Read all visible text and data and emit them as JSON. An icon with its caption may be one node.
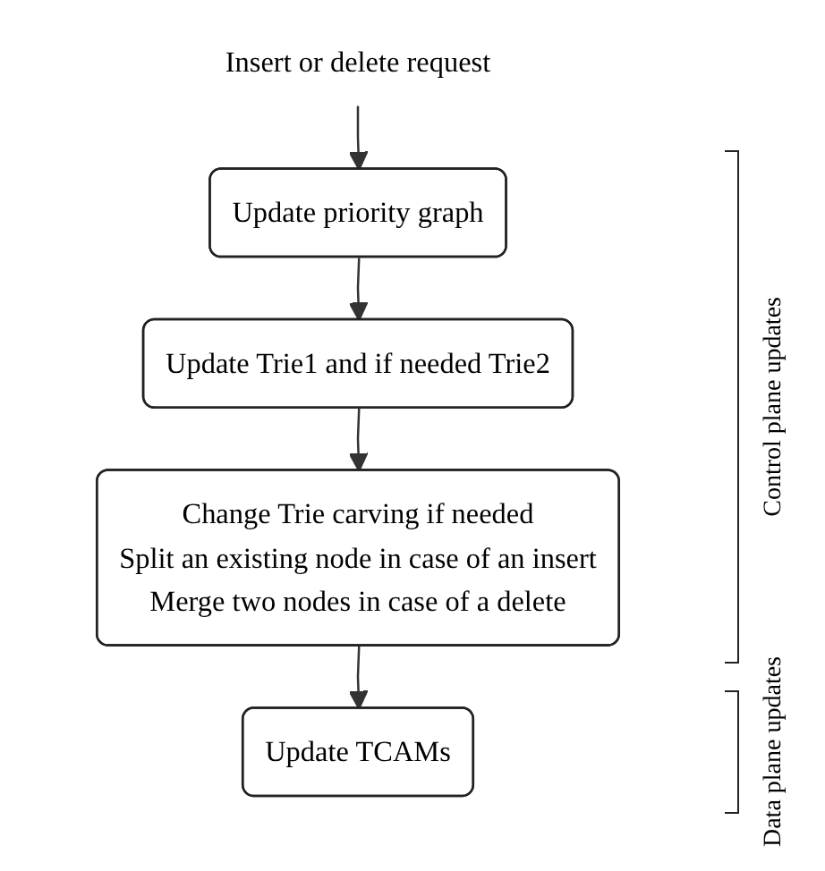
{
  "diagram": {
    "nodes": [
      {
        "text": [
          "Insert or delete request"
        ]
      },
      {
        "text": [
          "Update priority graph"
        ]
      },
      {
        "text": [
          "Update Trie1 and if needed Trie2"
        ]
      },
      {
        "text": [
          "Change Trie carving if needed",
          "Split an existing node in case of an insert",
          "Merge two nodes in case of a delete"
        ]
      },
      {
        "text": [
          "Update TCAMs"
        ]
      }
    ],
    "edges": [
      {
        "from": 0,
        "to": 1,
        "arrow": "to"
      },
      {
        "from": 1,
        "to": 2,
        "arrow": "to"
      },
      {
        "from": 2,
        "to": 3,
        "arrow": "to"
      },
      {
        "from": 3,
        "to": 4,
        "arrow": "to"
      }
    ],
    "labels": [
      "Control plane updates",
      "Data plane updates"
    ]
  }
}
